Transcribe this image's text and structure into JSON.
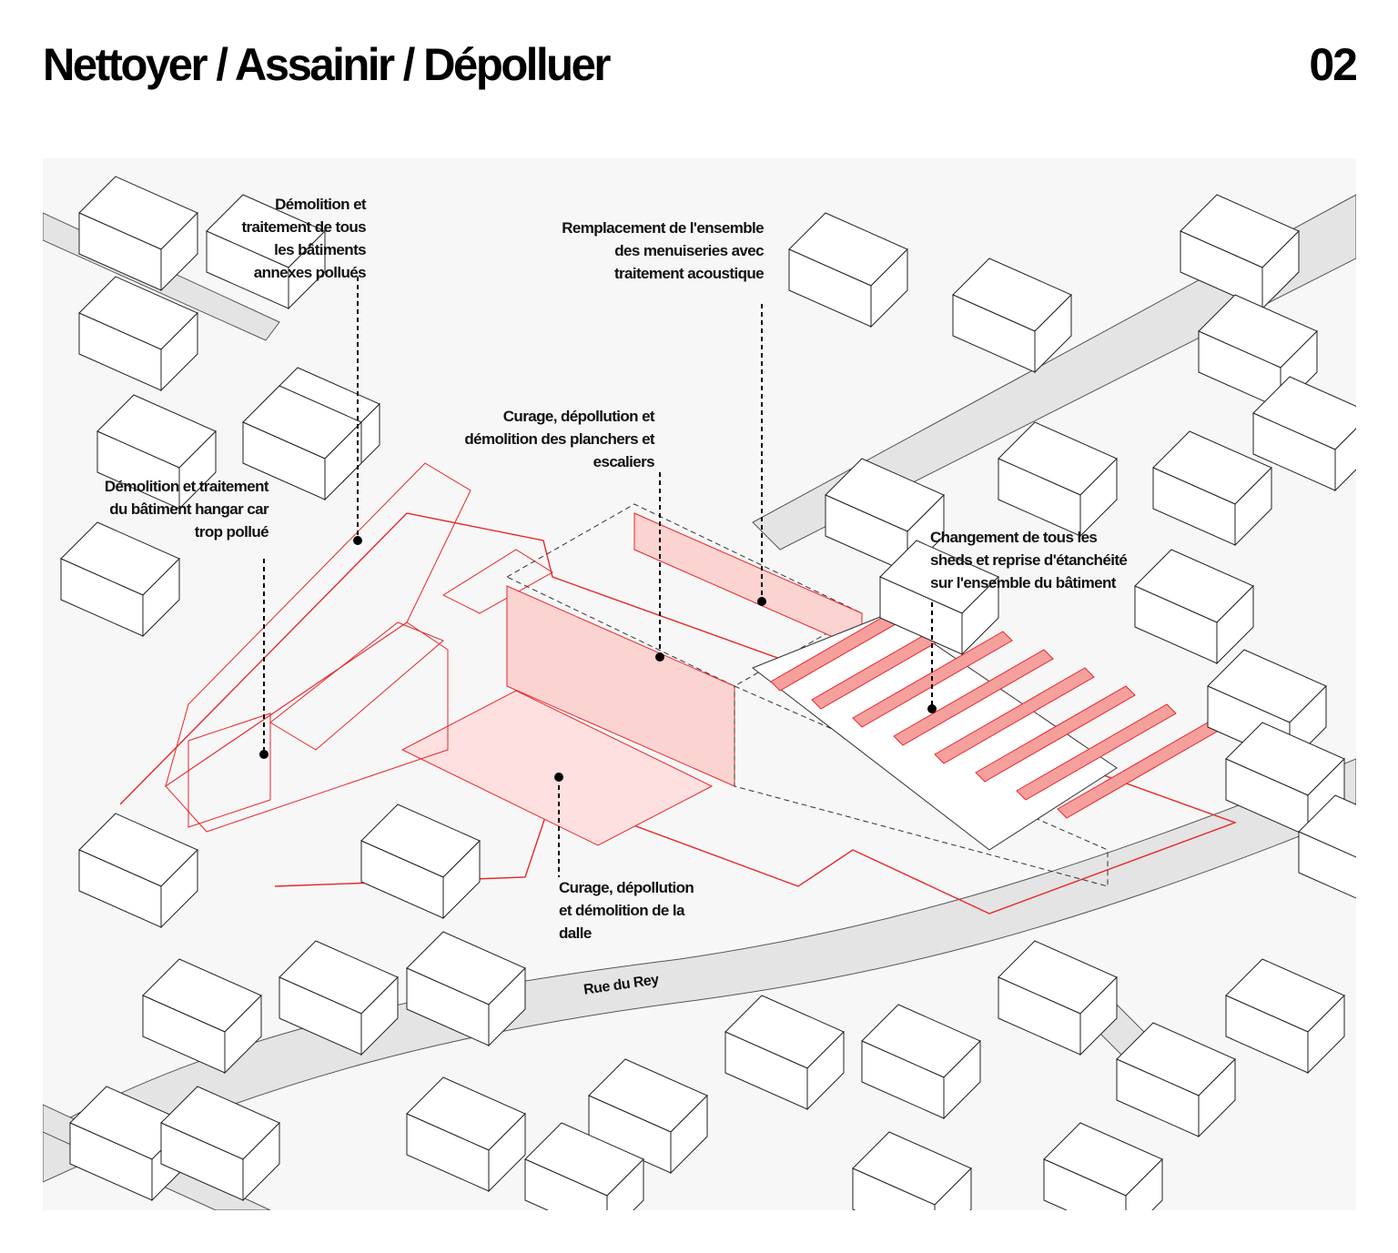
{
  "header": {
    "title": "Nettoyer / Assainir / Dépolluer",
    "page_number": "02"
  },
  "colors": {
    "accent_red": "#e8262a",
    "red_fill": "#fde0df",
    "building_stroke": "#222222",
    "road_fill": "#e4e4e4",
    "background": "#f7f7f7"
  },
  "annotations": [
    {
      "id": "annexes",
      "text": "Démolition et\ntraitement de tous\nles bâtiments\nannexes pollués"
    },
    {
      "id": "menuiseries",
      "text": "Remplacement de l'ensemble\ndes menuiseries avec\ntraitement acoustique"
    },
    {
      "id": "planchers",
      "text": "Curage, dépollution et\ndémolition des planchers et\nescaliers"
    },
    {
      "id": "hangar",
      "text": "Démolition et traitement\ndu bâtiment hangar car\ntrop pollué"
    },
    {
      "id": "sheds",
      "text": "Changement de tous les\nsheds et reprise d'étanchéité\nsur l'ensemble du bâtiment"
    },
    {
      "id": "dalle",
      "text": "Curage, dépollution\net démolition de la\ndalle"
    }
  ],
  "streets": [
    {
      "name": "Rue du Rey"
    }
  ]
}
